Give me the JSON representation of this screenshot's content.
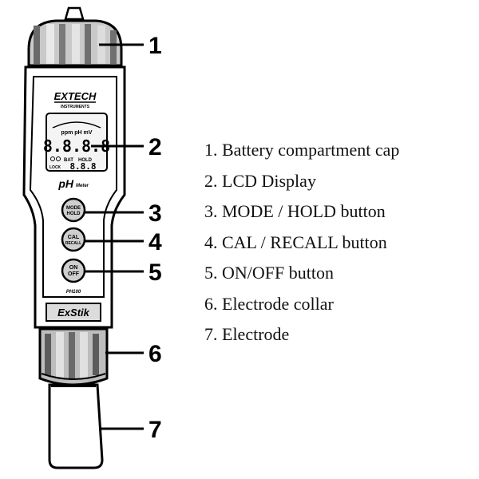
{
  "meter": {
    "brand": "EXTECH",
    "brand_sub": "INSTRUMENTS",
    "model": "PH100",
    "product_name": "ExStik",
    "face_label": "pH",
    "face_label_sub": "Meter",
    "lcd": {
      "units_row": "ppm pH mV",
      "digits": "8.8.8.8",
      "small_digits": "8.8.8",
      "status_bat": "BAT",
      "status_hold": "HOLD",
      "lock_label": "LOCK"
    },
    "buttons": {
      "mode_line1": "MODE",
      "mode_line2": "HOLD",
      "cal_line1": "CAL",
      "cal_line2": "RECALL",
      "on_line1": "ON",
      "on_line2": "OFF"
    }
  },
  "callouts": [
    "1",
    "2",
    "3",
    "4",
    "5",
    "6",
    "7"
  ],
  "legend": [
    "1. Battery compartment cap",
    "2. LCD Display",
    "3. MODE / HOLD button",
    "4. CAL / RECALL button",
    "5. ON/OFF button",
    "6. Electrode collar",
    "7. Electrode"
  ]
}
